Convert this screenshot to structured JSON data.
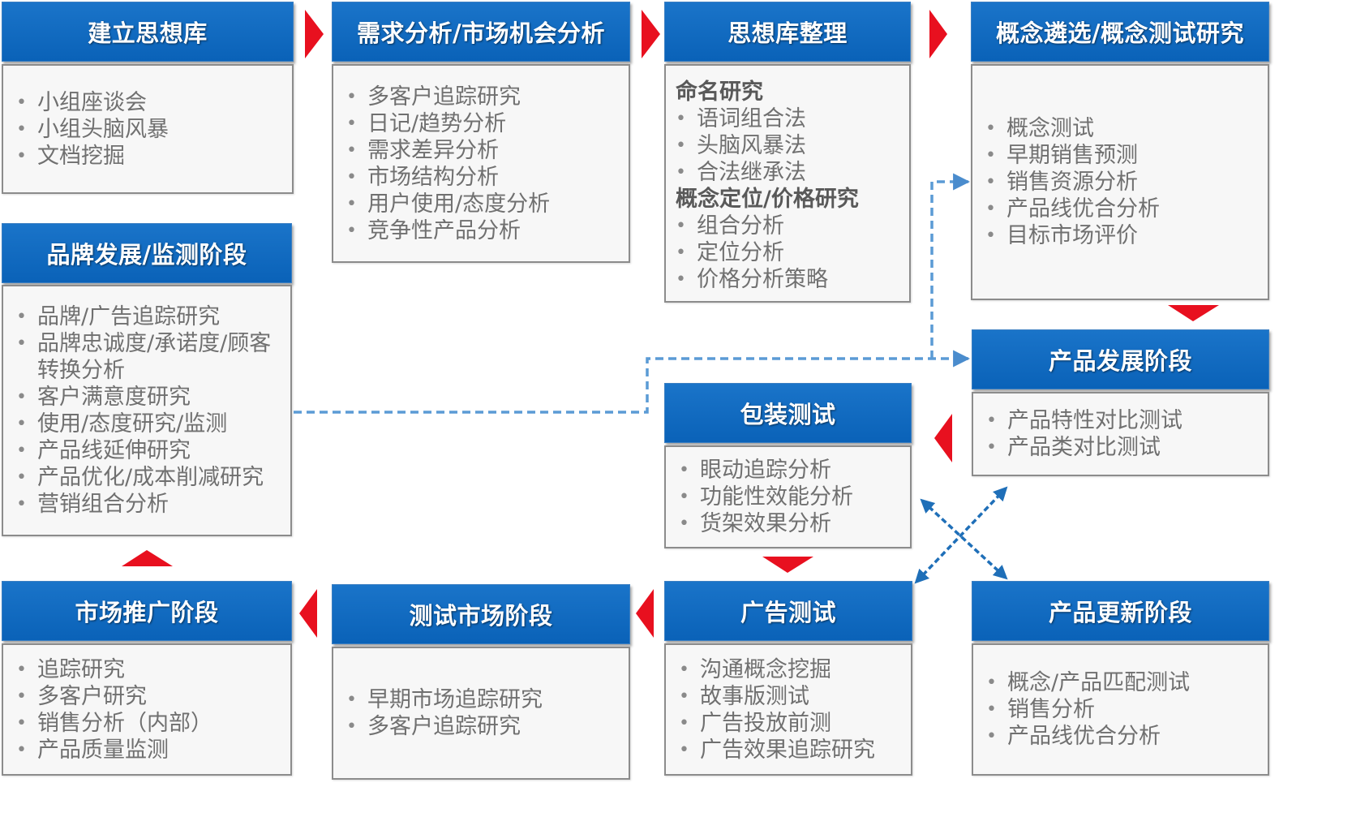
{
  "nodes": [
    {
      "key": "ideation",
      "title": "建立思想库",
      "groups": [
        {
          "items": [
            "小组座谈会",
            "小组头脑风暴",
            "文档挖掘"
          ]
        }
      ]
    },
    {
      "key": "demand",
      "title": "需求分析/市场机会分析",
      "groups": [
        {
          "items": [
            "多客户追踪研究",
            "日记/趋势分析",
            "需求差异分析",
            "市场结构分析",
            "用户使用/态度分析",
            "竞争性产品分析"
          ]
        }
      ]
    },
    {
      "key": "organize",
      "title": "思想库整理",
      "groups": [
        {
          "subtitle": "命名研究",
          "items": [
            "语词组合法",
            "头脑风暴法",
            "合法继承法"
          ]
        },
        {
          "subtitle": "概念定位/价格研究",
          "items": [
            "组合分析",
            "定位分析",
            "价格分析策略"
          ]
        }
      ]
    },
    {
      "key": "concept",
      "title": "概念遴选/概念测试研究",
      "groups": [
        {
          "items": [
            "概念测试",
            "早期销售预测",
            "销售资源分析",
            "产品线优合分析",
            "目标市场评价"
          ]
        }
      ]
    },
    {
      "key": "brand",
      "title": "品牌发展/监测阶段",
      "groups": [
        {
          "items": [
            "品牌/广告追踪研究",
            "品牌忠诚度/承诺度/顾客转换分析",
            "客户满意度研究",
            "使用/态度研究/监测",
            "产品线延伸研究",
            "产品优化/成本削减研究",
            "营销组合分析"
          ]
        }
      ]
    },
    {
      "key": "product-dev",
      "title": "产品发展阶段",
      "groups": [
        {
          "items": [
            "产品特性对比测试",
            "产品类对比测试"
          ]
        }
      ]
    },
    {
      "key": "package",
      "title": "包装测试",
      "groups": [
        {
          "items": [
            "眼动追踪分析",
            "功能性效能分析",
            "货架效果分析"
          ]
        }
      ]
    },
    {
      "key": "promotion",
      "title": "市场推广阶段",
      "groups": [
        {
          "items": [
            "追踪研究",
            "多客户研究",
            "销售分析（内部）",
            "产品质量监测"
          ]
        }
      ]
    },
    {
      "key": "test-market",
      "title": "测试市场阶段",
      "groups": [
        {
          "items": [
            "早期市场追踪研究",
            "多客户追踪研究"
          ]
        }
      ]
    },
    {
      "key": "ad-test",
      "title": "广告测试",
      "groups": [
        {
          "items": [
            "沟通概念挖掘",
            "故事版测试",
            "广告投放前测",
            "广告效果追踪研究"
          ]
        }
      ]
    },
    {
      "key": "product-update",
      "title": "产品更新阶段",
      "groups": [
        {
          "items": [
            "概念/产品匹配测试",
            "销售分析",
            "产品线优合分析"
          ]
        }
      ]
    }
  ],
  "colors": {
    "header_blue": "#0a62b8",
    "arrow_red": "#e8101f",
    "dashed_blue": "#5b9bd5",
    "body_fill": "#f7f7f7",
    "border_gray": "#8c8c8c",
    "text_gray": "#707070"
  }
}
